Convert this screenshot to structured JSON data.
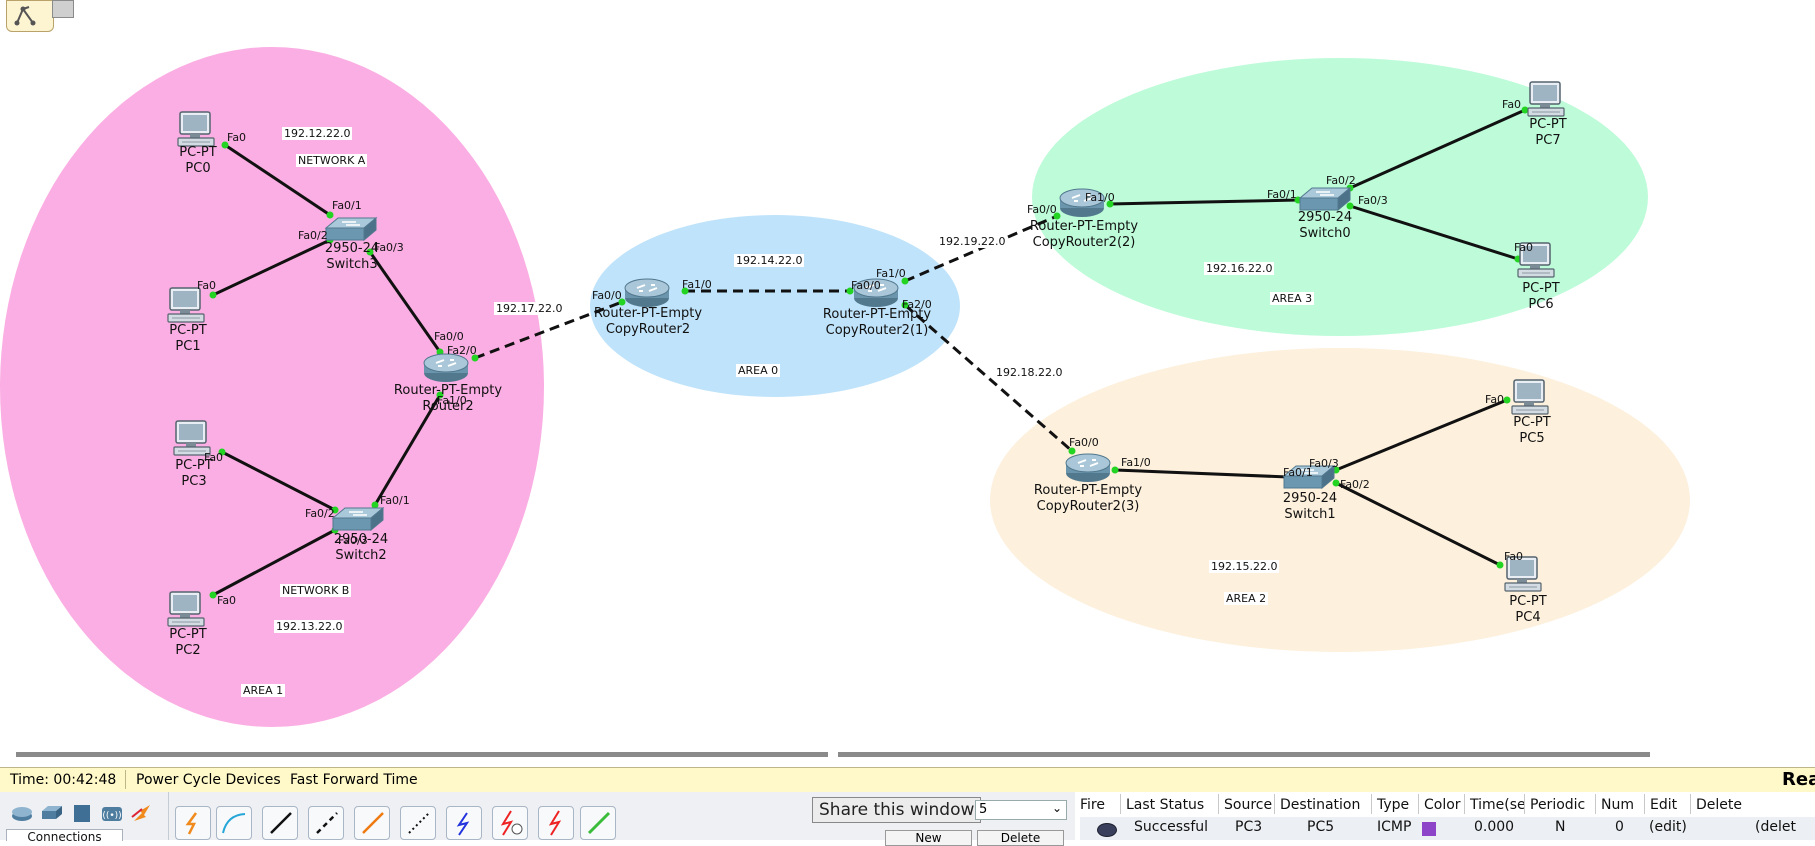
{
  "topology": {
    "areas": [
      {
        "label": "AREA 1"
      },
      {
        "label": "AREA 0"
      },
      {
        "label": "AREA 3"
      },
      {
        "label": "AREA 2"
      }
    ],
    "area_colors": {
      "area1": "#fbaee3",
      "area0": "#bfe3fa",
      "area3": "#bdfbd9",
      "area2": "#fdf0dc"
    },
    "network_labels": {
      "net_a": "NETWORK A",
      "net_b": "NETWORK B"
    },
    "subnets": {
      "s12": "192.12.22.0",
      "s13": "192.13.22.0",
      "s17": "192.17.22.0",
      "s14": "192.14.22.0",
      "s19": "192.19.22.0",
      "s16": "192.16.22.0",
      "s18": "192.18.22.0",
      "s15": "192.15.22.0"
    },
    "devices": {
      "pc0": {
        "type": "PC-PT",
        "name": "PC0"
      },
      "pc1": {
        "type": "PC-PT",
        "name": "PC1"
      },
      "pc3": {
        "type": "PC-PT",
        "name": "PC3"
      },
      "pc2": {
        "type": "PC-PT",
        "name": "PC2"
      },
      "switch3": {
        "type": "2950-24",
        "name": "Switch3"
      },
      "switch2": {
        "type": "2950-24",
        "name": "Switch2"
      },
      "router2": {
        "type": "Router-PT-Empty",
        "name": "Router2"
      },
      "copyrouter2": {
        "type": "Router-PT-Empty",
        "name": "CopyRouter2"
      },
      "copyrouter2_1": {
        "type": "Router-PT-Empty",
        "name": "CopyRouter2(1)"
      },
      "copyrouter2_2": {
        "type": "Router-PT-Empty",
        "name": "CopyRouter2(2)"
      },
      "copyrouter2_3": {
        "type": "Router-PT-Empty",
        "name": "CopyRouter2(3)"
      },
      "switch0": {
        "type": "2950-24",
        "name": "Switch0"
      },
      "switch1": {
        "type": "2950-24",
        "name": "Switch1"
      },
      "pc7": {
        "type": "PC-PT",
        "name": "PC7"
      },
      "pc6": {
        "type": "PC-PT",
        "name": "PC6"
      },
      "pc5": {
        "type": "PC-PT",
        "name": "PC5"
      },
      "pc4": {
        "type": "PC-PT",
        "name": "PC4"
      }
    },
    "ports": {
      "fa0": "Fa0",
      "fa0_0": "Fa0/0",
      "fa0_1": "Fa0/1",
      "fa0_2": "Fa0/2",
      "fa0_3": "Fa0/3",
      "fa1_0": "Fa1/0",
      "fa2_0": "Fa2/0"
    },
    "link_colors": {
      "link": "#111111",
      "endpoint": "#23d423"
    }
  },
  "statusbar": {
    "time": "Time: 00:42:48",
    "power_cycle": "Power Cycle Devices",
    "fast_forward": "Fast Forward Time",
    "realtime_partial": "Rea"
  },
  "toolbar": {
    "category_icons": [
      "router-icon",
      "switch-icon",
      "hub-icon",
      "wireless-icon",
      "connections-icon"
    ],
    "connections_label": "Connections",
    "connection_tools": [
      "auto-connect-icon",
      "console-cable-icon",
      "straight-through-icon",
      "crossover-icon",
      "fiber-icon",
      "phone-cable-icon",
      "coaxial-icon",
      "serial-dce-icon",
      "serial-dte-icon",
      "octal-cable-icon"
    ],
    "tooltip": "Share this window",
    "scenario_select_partial": "5",
    "new_button": "New",
    "delete_button": "Delete"
  },
  "pdu_table": {
    "headers": [
      "Fire",
      "Last Status",
      "Source",
      "Destination",
      "Type",
      "Color",
      "Time(se",
      "Periodic",
      "Num",
      "Edit",
      "Delete"
    ],
    "rows": [
      {
        "last_status": "Successful",
        "source": "PC3",
        "destination": "PC5",
        "type": "ICMP",
        "color": "#8e44c8",
        "time": "0.000",
        "periodic": "N",
        "num": "0",
        "edit": "(edit)",
        "delete": "(delet"
      }
    ]
  }
}
